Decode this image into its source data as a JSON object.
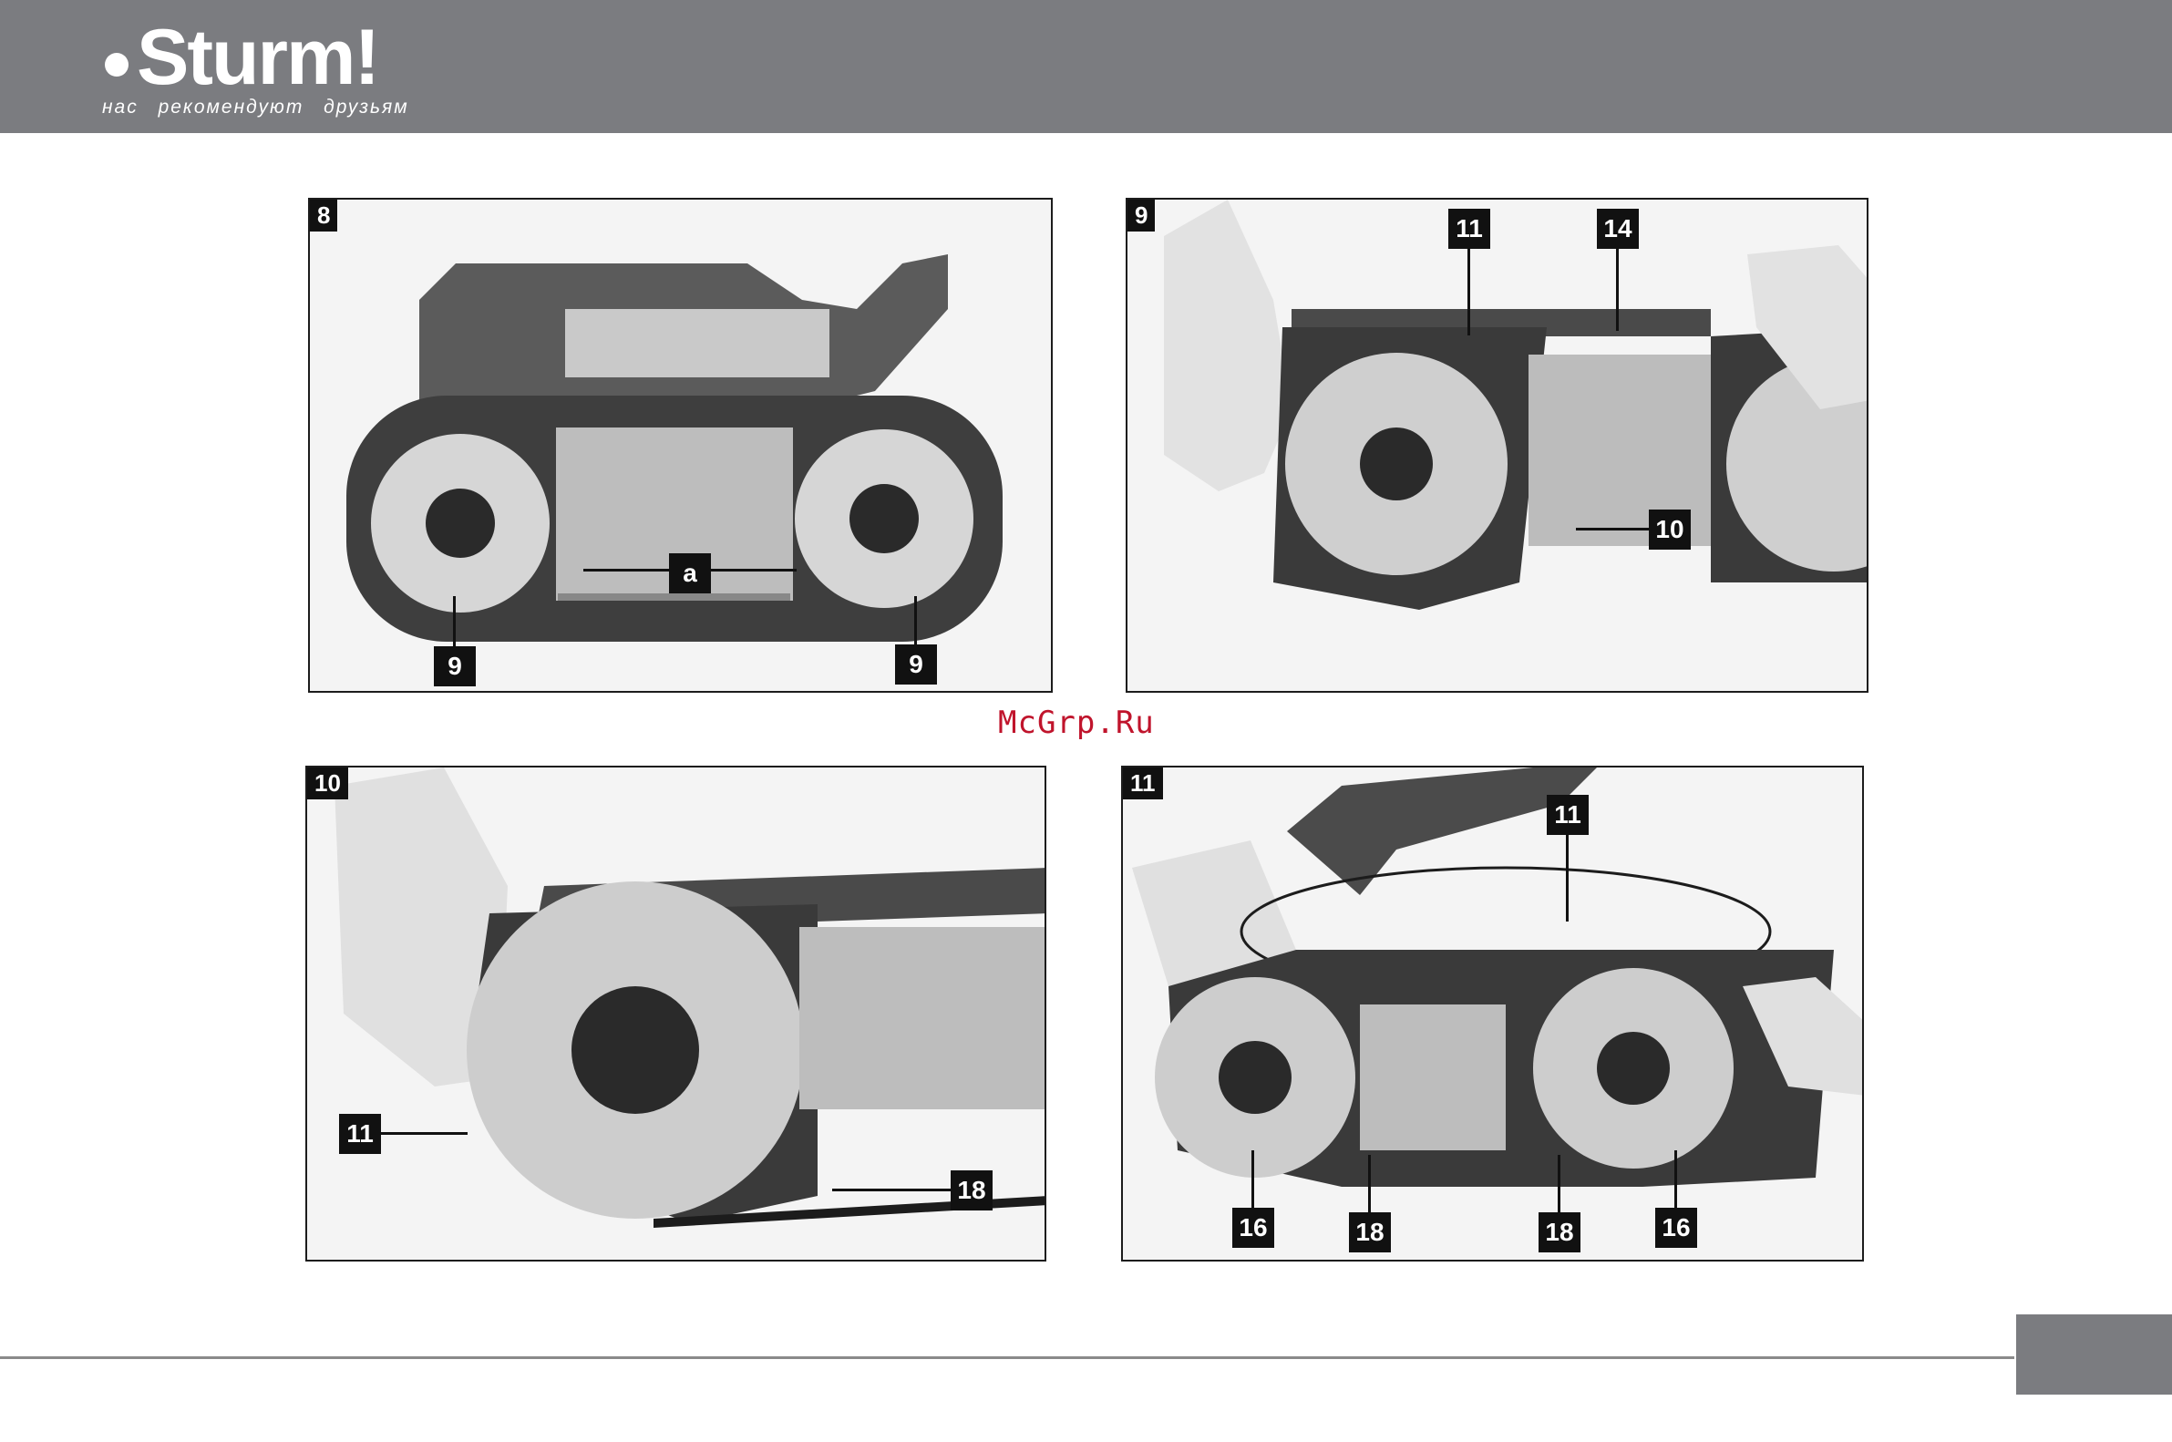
{
  "header": {
    "brand": "Sturm!",
    "tagline": "нас рекомендуют друзьям"
  },
  "watermark": "McGrp.Ru",
  "figures": [
    {
      "number": "8",
      "callouts": [
        "a",
        "9",
        "9"
      ]
    },
    {
      "number": "9",
      "callouts": [
        "11",
        "14",
        "10"
      ]
    },
    {
      "number": "10",
      "callouts": [
        "11",
        "18"
      ]
    },
    {
      "number": "11",
      "callouts": [
        "11",
        "16",
        "18",
        "18",
        "16"
      ]
    }
  ]
}
